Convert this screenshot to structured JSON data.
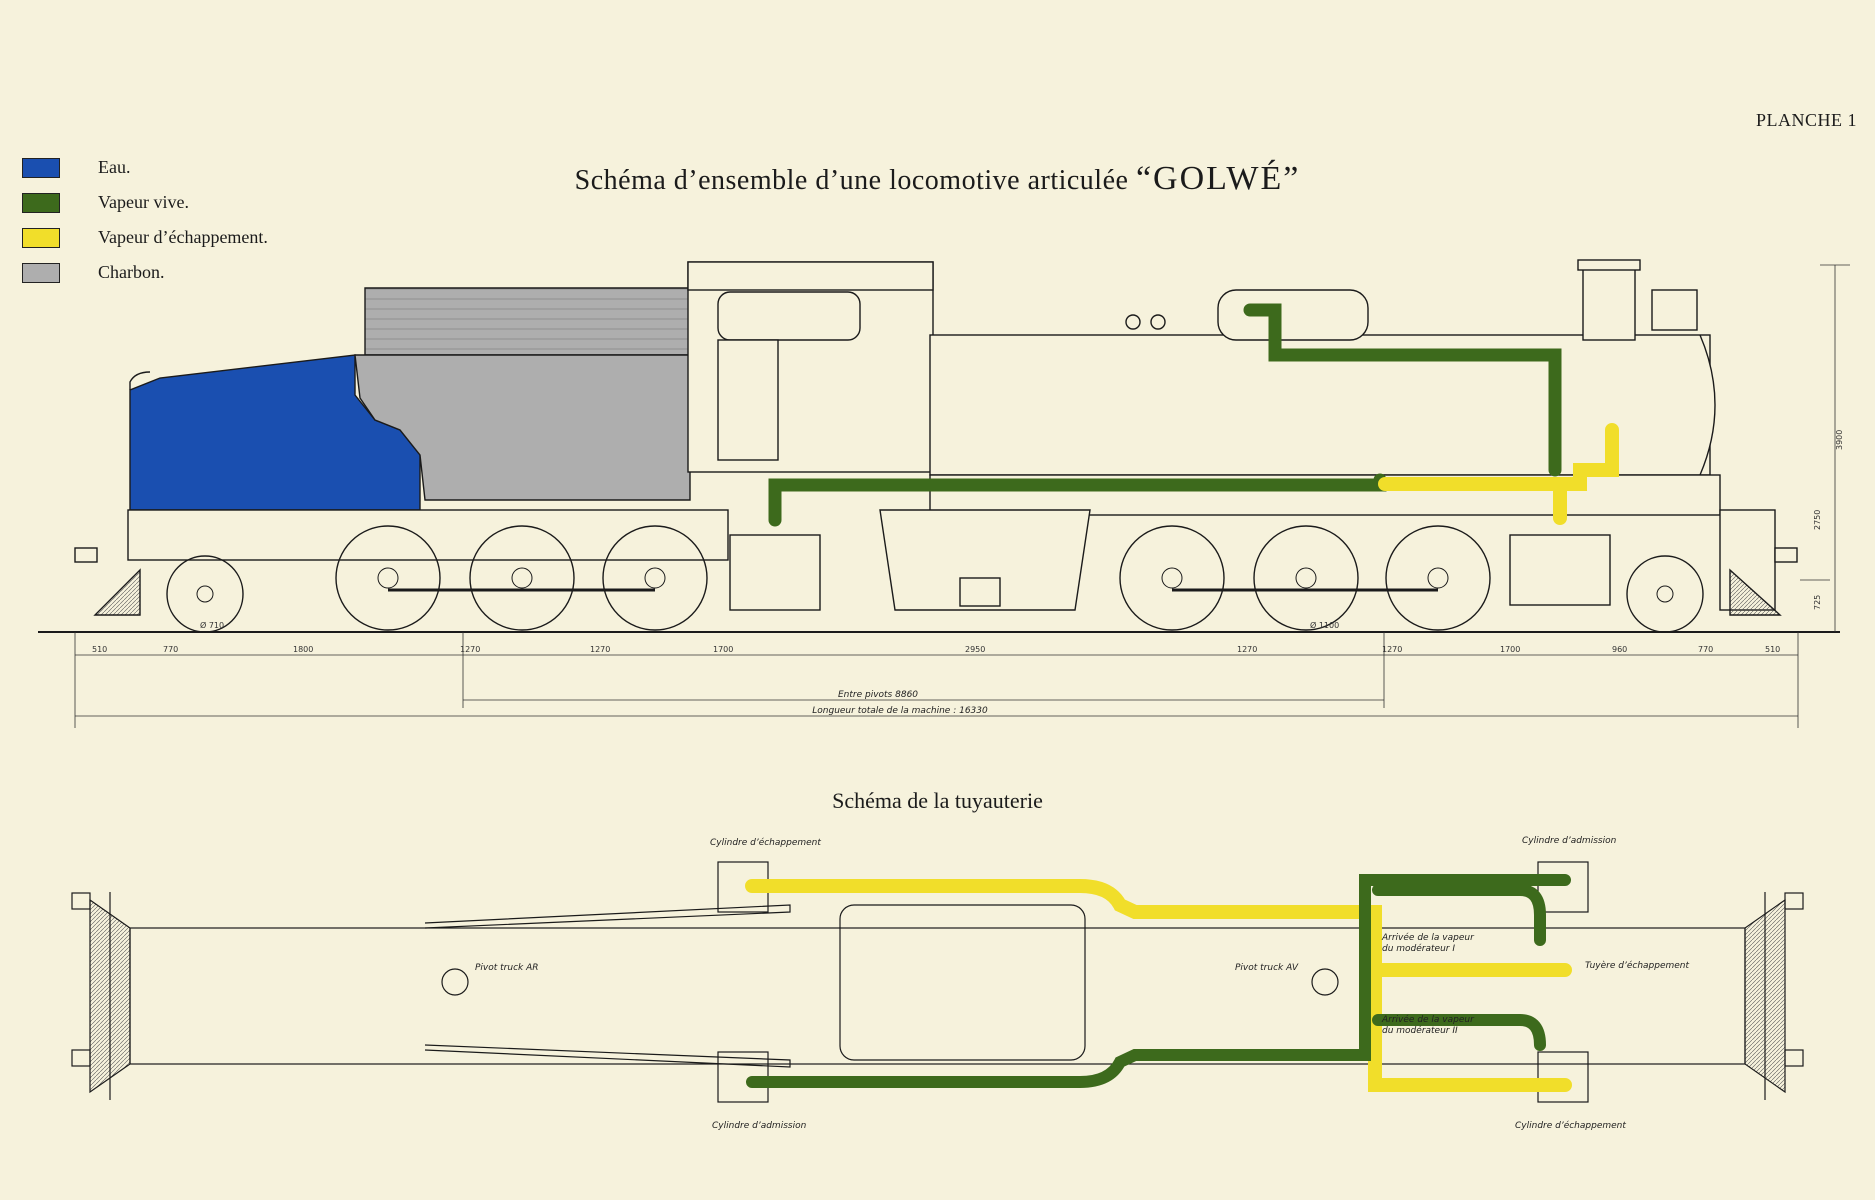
{
  "plate_label": "PLANCHE 1",
  "title": {
    "main": "Schéma d’ensemble d’une locomotive articulée",
    "name": "“GOLWÉ”"
  },
  "subtitle": "Schéma de la tuyauterie",
  "legend": [
    {
      "label": "Eau.",
      "color": "#1a4fb0"
    },
    {
      "label": "Vapeur vive.",
      "color": "#3d6a1c"
    },
    {
      "label": "Vapeur d’échappement.",
      "color": "#f1de2a"
    },
    {
      "label": "Charbon.",
      "color": "#aeaeae"
    }
  ],
  "colors": {
    "water": "#1a4fb0",
    "live_steam": "#3d6a1c",
    "exhaust_steam": "#f1de2a",
    "coal": "#aeaeae",
    "paper": "#f6f2dc",
    "ink": "#1b1b1b"
  },
  "dimensions": {
    "segments": [
      "510",
      "770",
      "1800",
      "1270",
      "1270",
      "1700",
      "2950",
      "1270",
      "1270",
      "1700",
      "960",
      "770",
      "510"
    ],
    "entre_pivots": "Entre pivots 8860",
    "longueur_totale": "Longueur totale de la machine : 16330",
    "heights": [
      "3900",
      "2750",
      "725"
    ],
    "wheel_diameters": [
      "Ø 710",
      "Ø 1100"
    ]
  },
  "piping_labels": {
    "cyl_echap_left": "Cylindre d’échappement",
    "cyl_adm_left": "Cylindre d’admission",
    "cyl_adm_right": "Cylindre d’admission",
    "cyl_echap_right": "Cylindre d’échappement",
    "pivot_ar": "Pivot truck AR",
    "pivot_av": "Pivot truck AV",
    "arrivee_1_a": "Arrivée de la vapeur",
    "arrivee_1_b": "du modérateur I",
    "arrivee_2_a": "Arrivée de la vapeur",
    "arrivee_2_b": "du modérateur II",
    "tuyere": "Tuyère d’échappement"
  }
}
